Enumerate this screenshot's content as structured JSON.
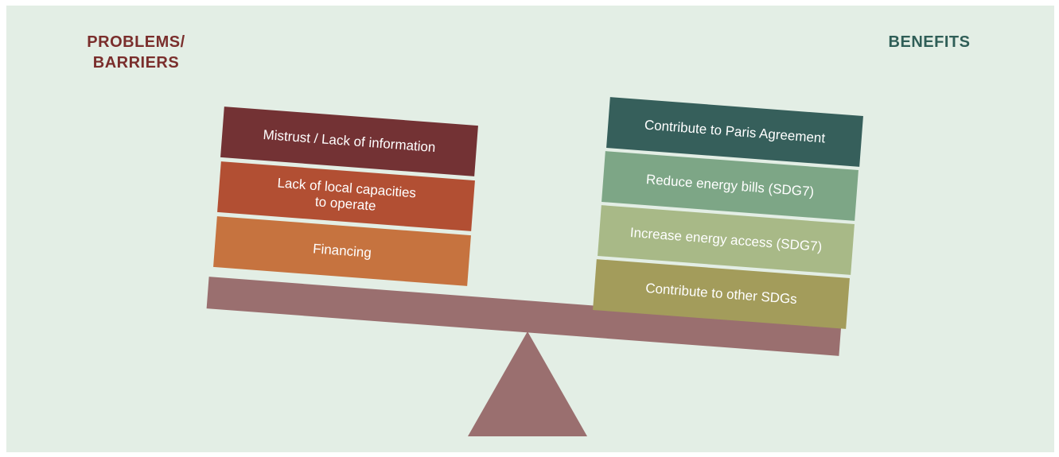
{
  "colors": {
    "background": "#e3eee5",
    "problems_heading": "#7a2e2c",
    "benefits_heading": "#2f5e57",
    "beam": "#9a6f6f",
    "fulcrum": "#9a6f6f"
  },
  "headings": {
    "problems_line1": "PROBLEMS/",
    "problems_line2": "BARRIERS",
    "benefits": "BENEFITS"
  },
  "problems": [
    {
      "label": "Mistrust / Lack of information",
      "color": "#733234"
    },
    {
      "label_line1": "Lack of local capacities",
      "label_line2": "to operate",
      "color": "#b24f33"
    },
    {
      "label": "Financing",
      "color": "#c6733f"
    }
  ],
  "benefits": [
    {
      "label": "Contribute to Paris Agreement",
      "color": "#365f5b"
    },
    {
      "label": "Reduce energy bills (SDG7)",
      "color": "#7da686"
    },
    {
      "label": "Increase energy access (SDG7)",
      "color": "#a8b987"
    },
    {
      "label": "Contribute to other SDGs",
      "color": "#a39c5b"
    }
  ]
}
